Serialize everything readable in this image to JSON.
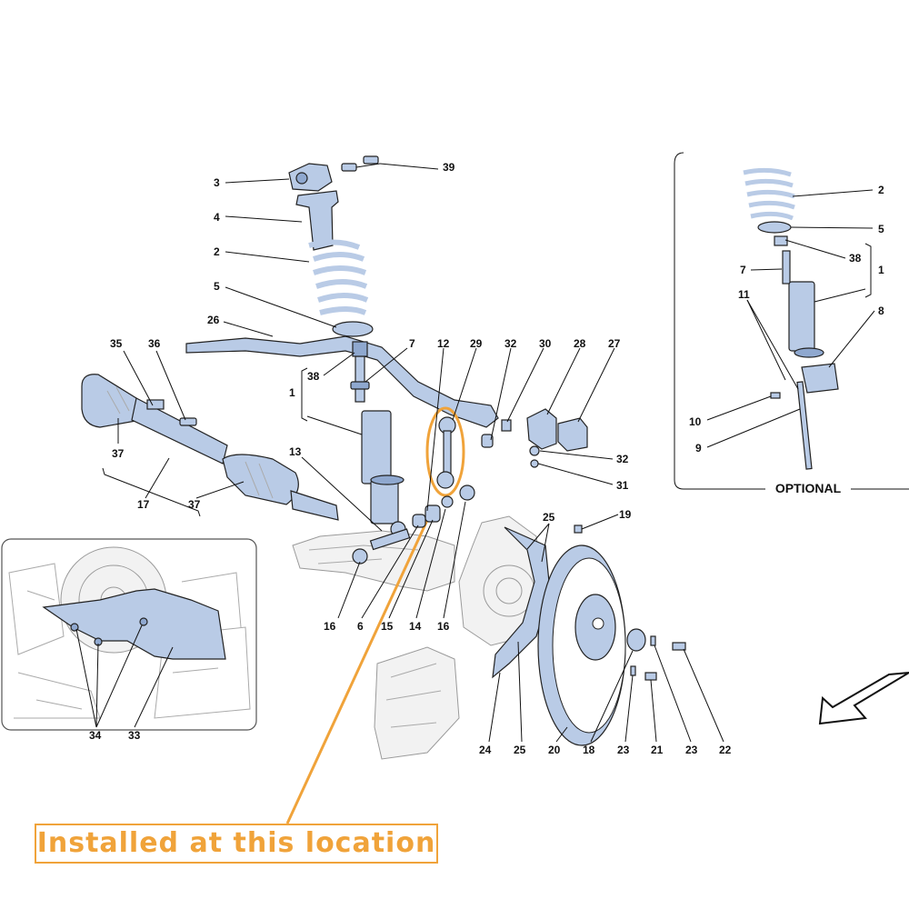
{
  "callout": {
    "text": "Installed at this location"
  },
  "inset": {
    "label": "OPTIONAL"
  },
  "colors": {
    "part_fill": "#b9cbe6",
    "highlight": "#f0a33a"
  },
  "labels": [
    {
      "id": "3",
      "text": "3"
    },
    {
      "id": "39",
      "text": "39"
    },
    {
      "id": "4",
      "text": "4"
    },
    {
      "id": "2",
      "text": "2"
    },
    {
      "id": "5",
      "text": "5"
    },
    {
      "id": "26",
      "text": "26"
    },
    {
      "id": "35",
      "text": "35"
    },
    {
      "id": "36",
      "text": "36"
    },
    {
      "id": "38",
      "text": "38"
    },
    {
      "id": "1",
      "text": "1"
    },
    {
      "id": "7",
      "text": "7"
    },
    {
      "id": "12",
      "text": "12"
    },
    {
      "id": "29",
      "text": "29"
    },
    {
      "id": "32a",
      "text": "32"
    },
    {
      "id": "30",
      "text": "30"
    },
    {
      "id": "28",
      "text": "28"
    },
    {
      "id": "27",
      "text": "27"
    },
    {
      "id": "32b",
      "text": "32"
    },
    {
      "id": "31",
      "text": "31"
    },
    {
      "id": "37a",
      "text": "37"
    },
    {
      "id": "17",
      "text": "17"
    },
    {
      "id": "37b",
      "text": "37"
    },
    {
      "id": "13",
      "text": "13"
    },
    {
      "id": "25a",
      "text": "25"
    },
    {
      "id": "19",
      "text": "19"
    },
    {
      "id": "16a",
      "text": "16"
    },
    {
      "id": "6",
      "text": "6"
    },
    {
      "id": "15",
      "text": "15"
    },
    {
      "id": "14",
      "text": "14"
    },
    {
      "id": "16b",
      "text": "16"
    },
    {
      "id": "34",
      "text": "34"
    },
    {
      "id": "33",
      "text": "33"
    },
    {
      "id": "24",
      "text": "24"
    },
    {
      "id": "25b",
      "text": "25"
    },
    {
      "id": "20",
      "text": "20"
    },
    {
      "id": "18",
      "text": "18"
    },
    {
      "id": "23a",
      "text": "23"
    },
    {
      "id": "21",
      "text": "21"
    },
    {
      "id": "23b",
      "text": "23"
    },
    {
      "id": "22",
      "text": "22"
    },
    {
      "id": "i2",
      "text": "2"
    },
    {
      "id": "i5",
      "text": "5"
    },
    {
      "id": "i38",
      "text": "38"
    },
    {
      "id": "i1",
      "text": "1"
    },
    {
      "id": "i7",
      "text": "7"
    },
    {
      "id": "i11",
      "text": "11"
    },
    {
      "id": "i8",
      "text": "8"
    },
    {
      "id": "i10",
      "text": "10"
    },
    {
      "id": "i9",
      "text": "9"
    }
  ]
}
